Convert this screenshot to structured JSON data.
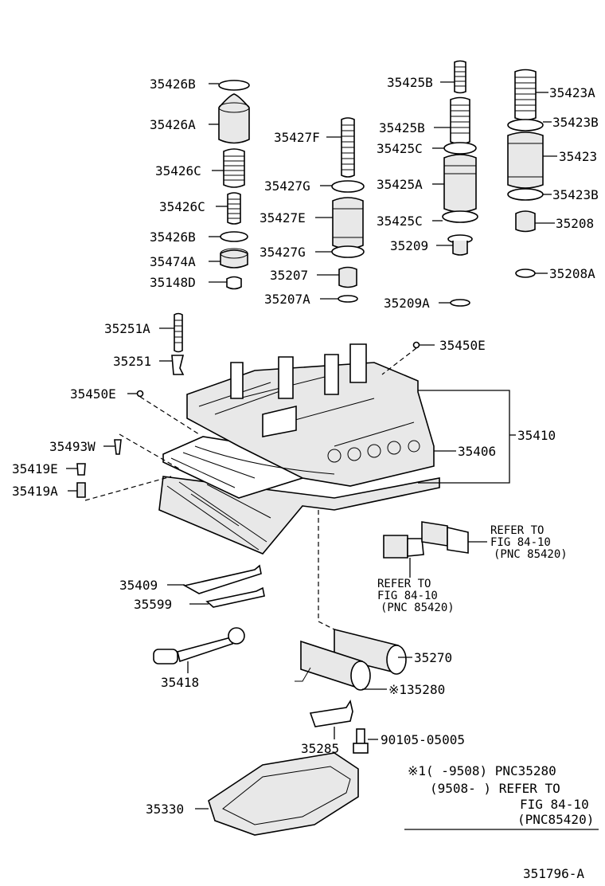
{
  "labels": {
    "p35426B": "35426B",
    "p35426A": "35426A",
    "p35426C_1": "35426C",
    "p35426C_2": "35426C",
    "p35426B_2": "35426B",
    "p35474A": "35474A",
    "p35148D": "35148D",
    "p35427F": "35427F",
    "p35427G_1": "35427G",
    "p35427E": "35427E",
    "p35427G_2": "35427G",
    "p35207": "35207",
    "p35207A": "35207A",
    "p35425B_1": "35425B",
    "p35425B_2": "35425B",
    "p35425C_1": "35425C",
    "p35425A": "35425A",
    "p35425C_2": "35425C",
    "p35209": "35209",
    "p35209A": "35209A",
    "p35423A": "35423A",
    "p35423B_1": "35423B",
    "p35423": "35423",
    "p35423B_2": "35423B",
    "p35208": "35208",
    "p35208A": "35208A",
    "p35251A": "35251A",
    "p35251": "35251",
    "p35450E_1": "35450E",
    "p35450E_2": "35450E",
    "p35410": "35410",
    "p35406": "35406",
    "p35493W": "35493W",
    "p35419E": "35419E",
    "p35419A": "35419A",
    "p35409": "35409",
    "p35599": "35599",
    "p35418": "35418",
    "p35270": "35270",
    "p135280": "※135280",
    "p35285": "35285",
    "p90105": "90105-05005",
    "p35330": "35330"
  },
  "refer1": [
    "REFER TO",
    "FIG 84-10",
    "(PNC 85420)"
  ],
  "refer2": [
    "REFER TO",
    "FIG 84-10",
    "(PNC 85420)"
  ],
  "note": [
    "※1(      -9508) PNC35280",
    "(9508-      ) REFER TO",
    "FIG 84-10",
    "(PNC85420)"
  ],
  "figure_code": "351796-A"
}
